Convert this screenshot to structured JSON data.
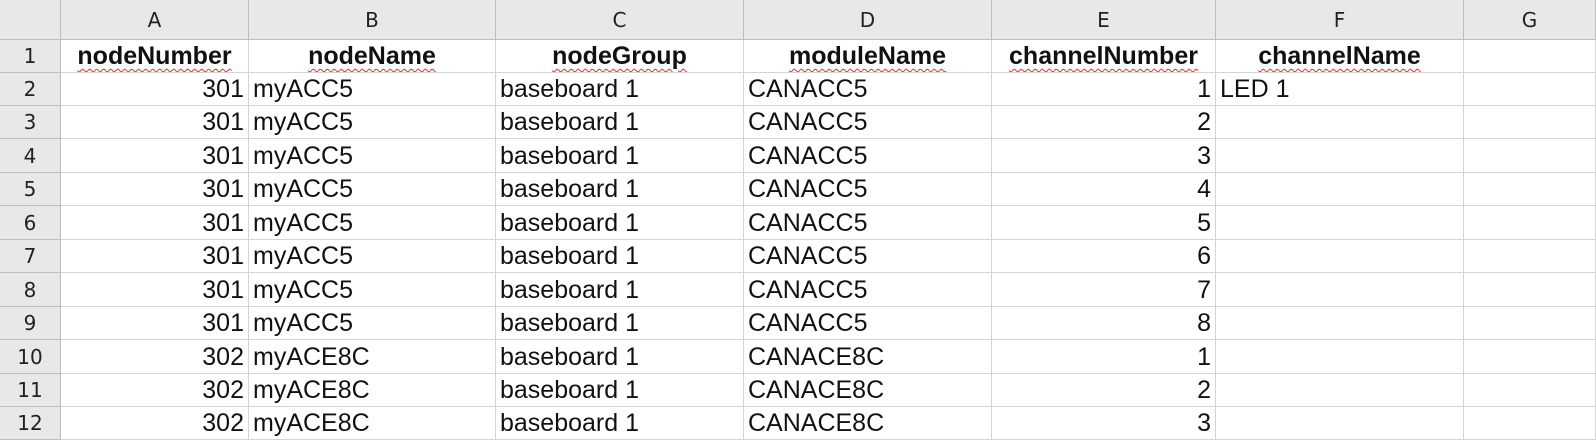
{
  "columns": [
    "A",
    "B",
    "C",
    "D",
    "E",
    "F",
    "G"
  ],
  "row_numbers": [
    "1",
    "2",
    "3",
    "4",
    "5",
    "6",
    "7",
    "8",
    "9",
    "10",
    "11",
    "12"
  ],
  "headers": [
    "nodeNumber",
    "nodeName",
    "nodeGroup",
    "moduleName",
    "channelNumber",
    "channelName",
    ""
  ],
  "rows": [
    [
      "301",
      "myACC5",
      "baseboard 1",
      "CANACC5",
      "1",
      "LED 1",
      ""
    ],
    [
      "301",
      "myACC5",
      "baseboard 1",
      "CANACC5",
      "2",
      "",
      ""
    ],
    [
      "301",
      "myACC5",
      "baseboard 1",
      "CANACC5",
      "3",
      "",
      ""
    ],
    [
      "301",
      "myACC5",
      "baseboard 1",
      "CANACC5",
      "4",
      "",
      ""
    ],
    [
      "301",
      "myACC5",
      "baseboard 1",
      "CANACC5",
      "5",
      "",
      ""
    ],
    [
      "301",
      "myACC5",
      "baseboard 1",
      "CANACC5",
      "6",
      "",
      ""
    ],
    [
      "301",
      "myACC5",
      "baseboard 1",
      "CANACC5",
      "7",
      "",
      ""
    ],
    [
      "301",
      "myACC5",
      "baseboard 1",
      "CANACC5",
      "8",
      "",
      ""
    ],
    [
      "302",
      "myACE8C",
      "baseboard 1",
      "CANACE8C",
      "1",
      "",
      ""
    ],
    [
      "302",
      "myACE8C",
      "baseboard 1",
      "CANACE8C",
      "2",
      "",
      ""
    ],
    [
      "302",
      "myACE8C",
      "baseboard 1",
      "CANACE8C",
      "3",
      "",
      ""
    ]
  ]
}
